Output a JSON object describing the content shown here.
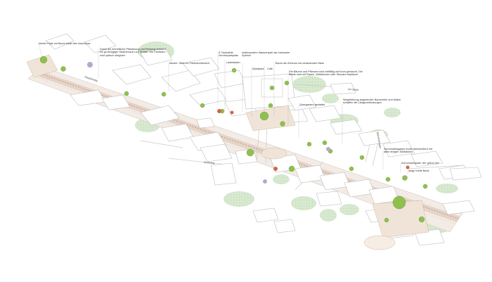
{
  "plan": {
    "annotations": [
      "kleiner Platz mit Baum bildet den Abschluss",
      "Durch die einheitliche Pflasterung und Reihung entsteht ein großzügiger Straßenraum zur Straße. Die Fahrbahn wird optisch integriert",
      "Muster: Stein im Fahrbahnbereich",
      "E-Tankstelle Serviceparkplatz",
      "Ladestation",
      "insbesondere Wasserspiel als markanter Spielort",
      "Spielplatz",
      "Café",
      "Baum als Zentrum mit umlaufender Bank",
      "Die Bäume und Pflanzen sind vielfältig und bunt gemischt. Die Beete sind mit Rasen, Wildblumen oder Stauden bepflanzt",
      "Quergassen gestaltet",
      "Wegeführung angedeutet: Baumreihe und Möbel schaffen die Längsverbindungen",
      "Schornsteingasse endet übersichtlich mit alten einigen Sitzbänken",
      "Schornsteinplatz: der grüne Hof",
      "lange breite Bank"
    ],
    "street_names": [
      "Hauptstraße",
      "Am Markt",
      "Bahnhofstraße",
      "Kirchweg"
    ]
  }
}
